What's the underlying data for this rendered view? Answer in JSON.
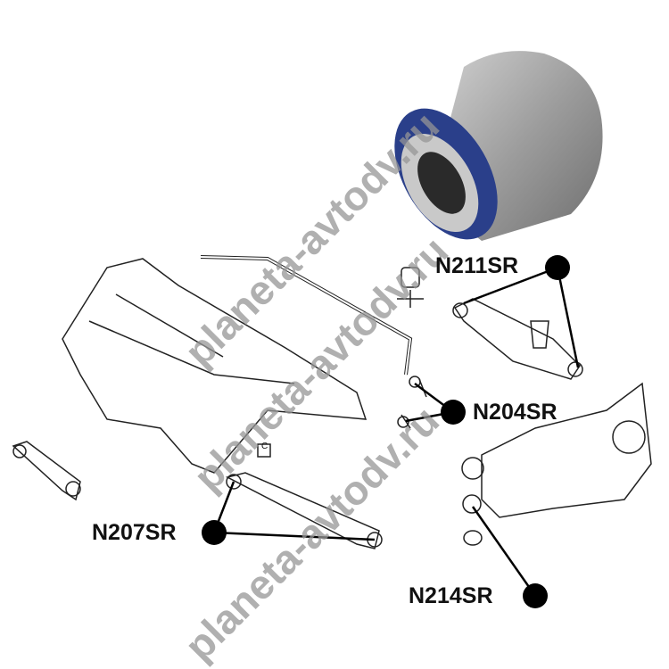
{
  "labels": {
    "n211": "N211SR",
    "n204": "N204SR",
    "n207": "N207SR",
    "n214": "N214SR",
    "callout_c": "C"
  },
  "watermark": "planeta-avtodv.ru",
  "colors": {
    "bushing_metal": "#9a9a9a",
    "bushing_poly": "#2a3f8a",
    "line": "#111111",
    "watermark": "#969696"
  }
}
